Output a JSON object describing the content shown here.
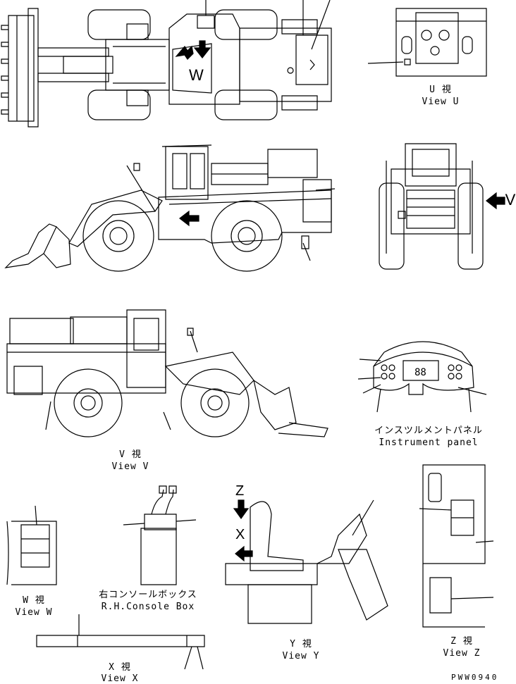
{
  "labels": {
    "view_u_jp": "U 視",
    "view_u_en": "View U",
    "arrow_v": "V",
    "panel_jp": "インスツルメントパネル",
    "panel_en": "Instrument panel",
    "view_v_jp": "V 視",
    "view_v_en": "View V",
    "view_w_jp": "W 視",
    "view_w_en": "View W",
    "console_jp": "右コンソールボックス",
    "console_en": "R.H.Console Box",
    "view_y_jp": "Y 視",
    "view_y_en": "View Y",
    "view_z_jp": "Z 視",
    "view_z_en": "View Z",
    "view_x_jp": "X 視",
    "view_x_en": "View X",
    "arrow_z": "Z",
    "arrow_x": "X",
    "top_w": "W",
    "drawing_code": "PWW0940"
  },
  "colors": {
    "ink": "#000000",
    "paper": "#ffffff"
  }
}
